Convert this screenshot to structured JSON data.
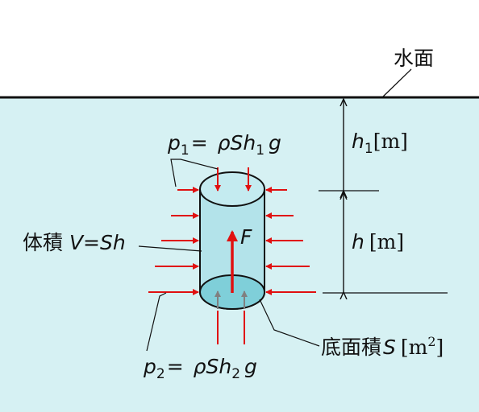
{
  "labels": {
    "water_surface": "水面",
    "p1": {
      "p": "p",
      "sub": "1",
      "eq": "= ",
      "rho": "ρ",
      "S": "S",
      "h": "h",
      "hsub": "1",
      "g": "g"
    },
    "h1": {
      "h": "h",
      "sub": "1",
      "unit": "[m]"
    },
    "h": {
      "h": "h",
      "unit": "[m]"
    },
    "force": "F",
    "volume": {
      "prefix": "体積 ",
      "var": "V=Sh"
    },
    "base_area": {
      "prefix": "底面積",
      "var": "S",
      "unit": "[m",
      "sup": "2",
      "close": "]"
    },
    "p2": {
      "p": "p",
      "sub": "2",
      "eq": "= ",
      "rho": "ρ",
      "S": "S",
      "h": "h",
      "hsub": "2",
      "g": "g"
    }
  },
  "colors": {
    "water": "#d6f1f3",
    "cylinder": "#b3e3ea",
    "cylinder_bottom": "#7fcfd9",
    "pressure_arrow": "#e01010",
    "lift_arrow": "#808080",
    "line": "#111111"
  }
}
